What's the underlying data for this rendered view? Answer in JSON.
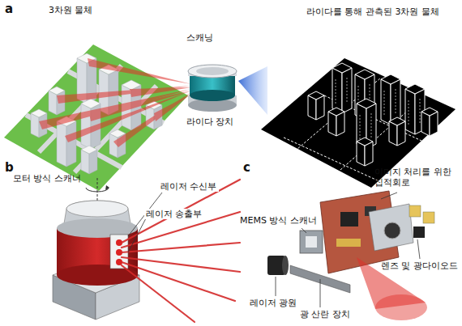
{
  "diagram": {
    "labels": [
      "a",
      "3차원 물체",
      "라이다를 통해 관측된 3차원 물체",
      "스캐닝",
      "라이다 장치",
      "b",
      "모터 방식 스캐너",
      "레이저 수신부",
      "레이저 송출부",
      "c",
      "이미지 처리를 위한 집적회로",
      "MEMS 방식 스캐너",
      "렌즈 및 광다이오드",
      "레이저 광원",
      "광 산란 장치"
    ]
  }
}
